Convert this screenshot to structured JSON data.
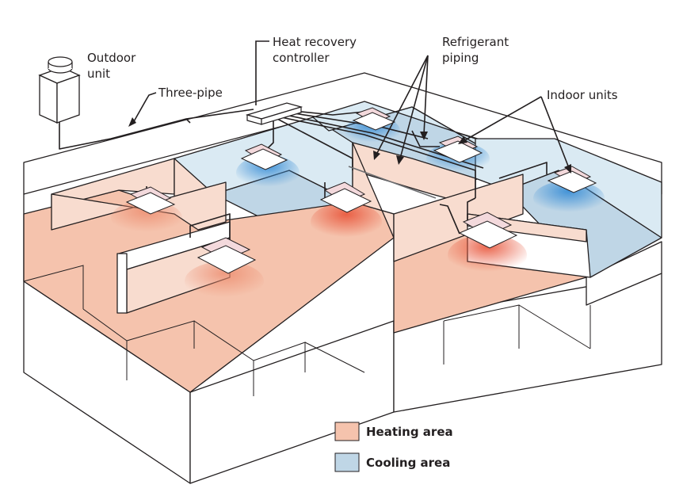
{
  "labels": {
    "outdoor_unit": [
      "Outdoor",
      "unit"
    ],
    "three_pipe": "Three-pipe",
    "heat_recovery_controller": [
      "Heat recovery",
      "controller"
    ],
    "refrigerant_piping": [
      "Refrigerant",
      "piping"
    ],
    "indoor_units": "Indoor units"
  },
  "legend": [
    {
      "label": "Heating area",
      "color": "#f5c3ad"
    },
    {
      "label": "Cooling area",
      "color": "#bfd6e6"
    }
  ],
  "colors": {
    "heating_floor": "#f5c3ad",
    "cooling_floor": "#bfd6e6",
    "cooling_glow": "#3b8fd6",
    "heating_glow": "#e8553a",
    "line": "#231f20"
  }
}
